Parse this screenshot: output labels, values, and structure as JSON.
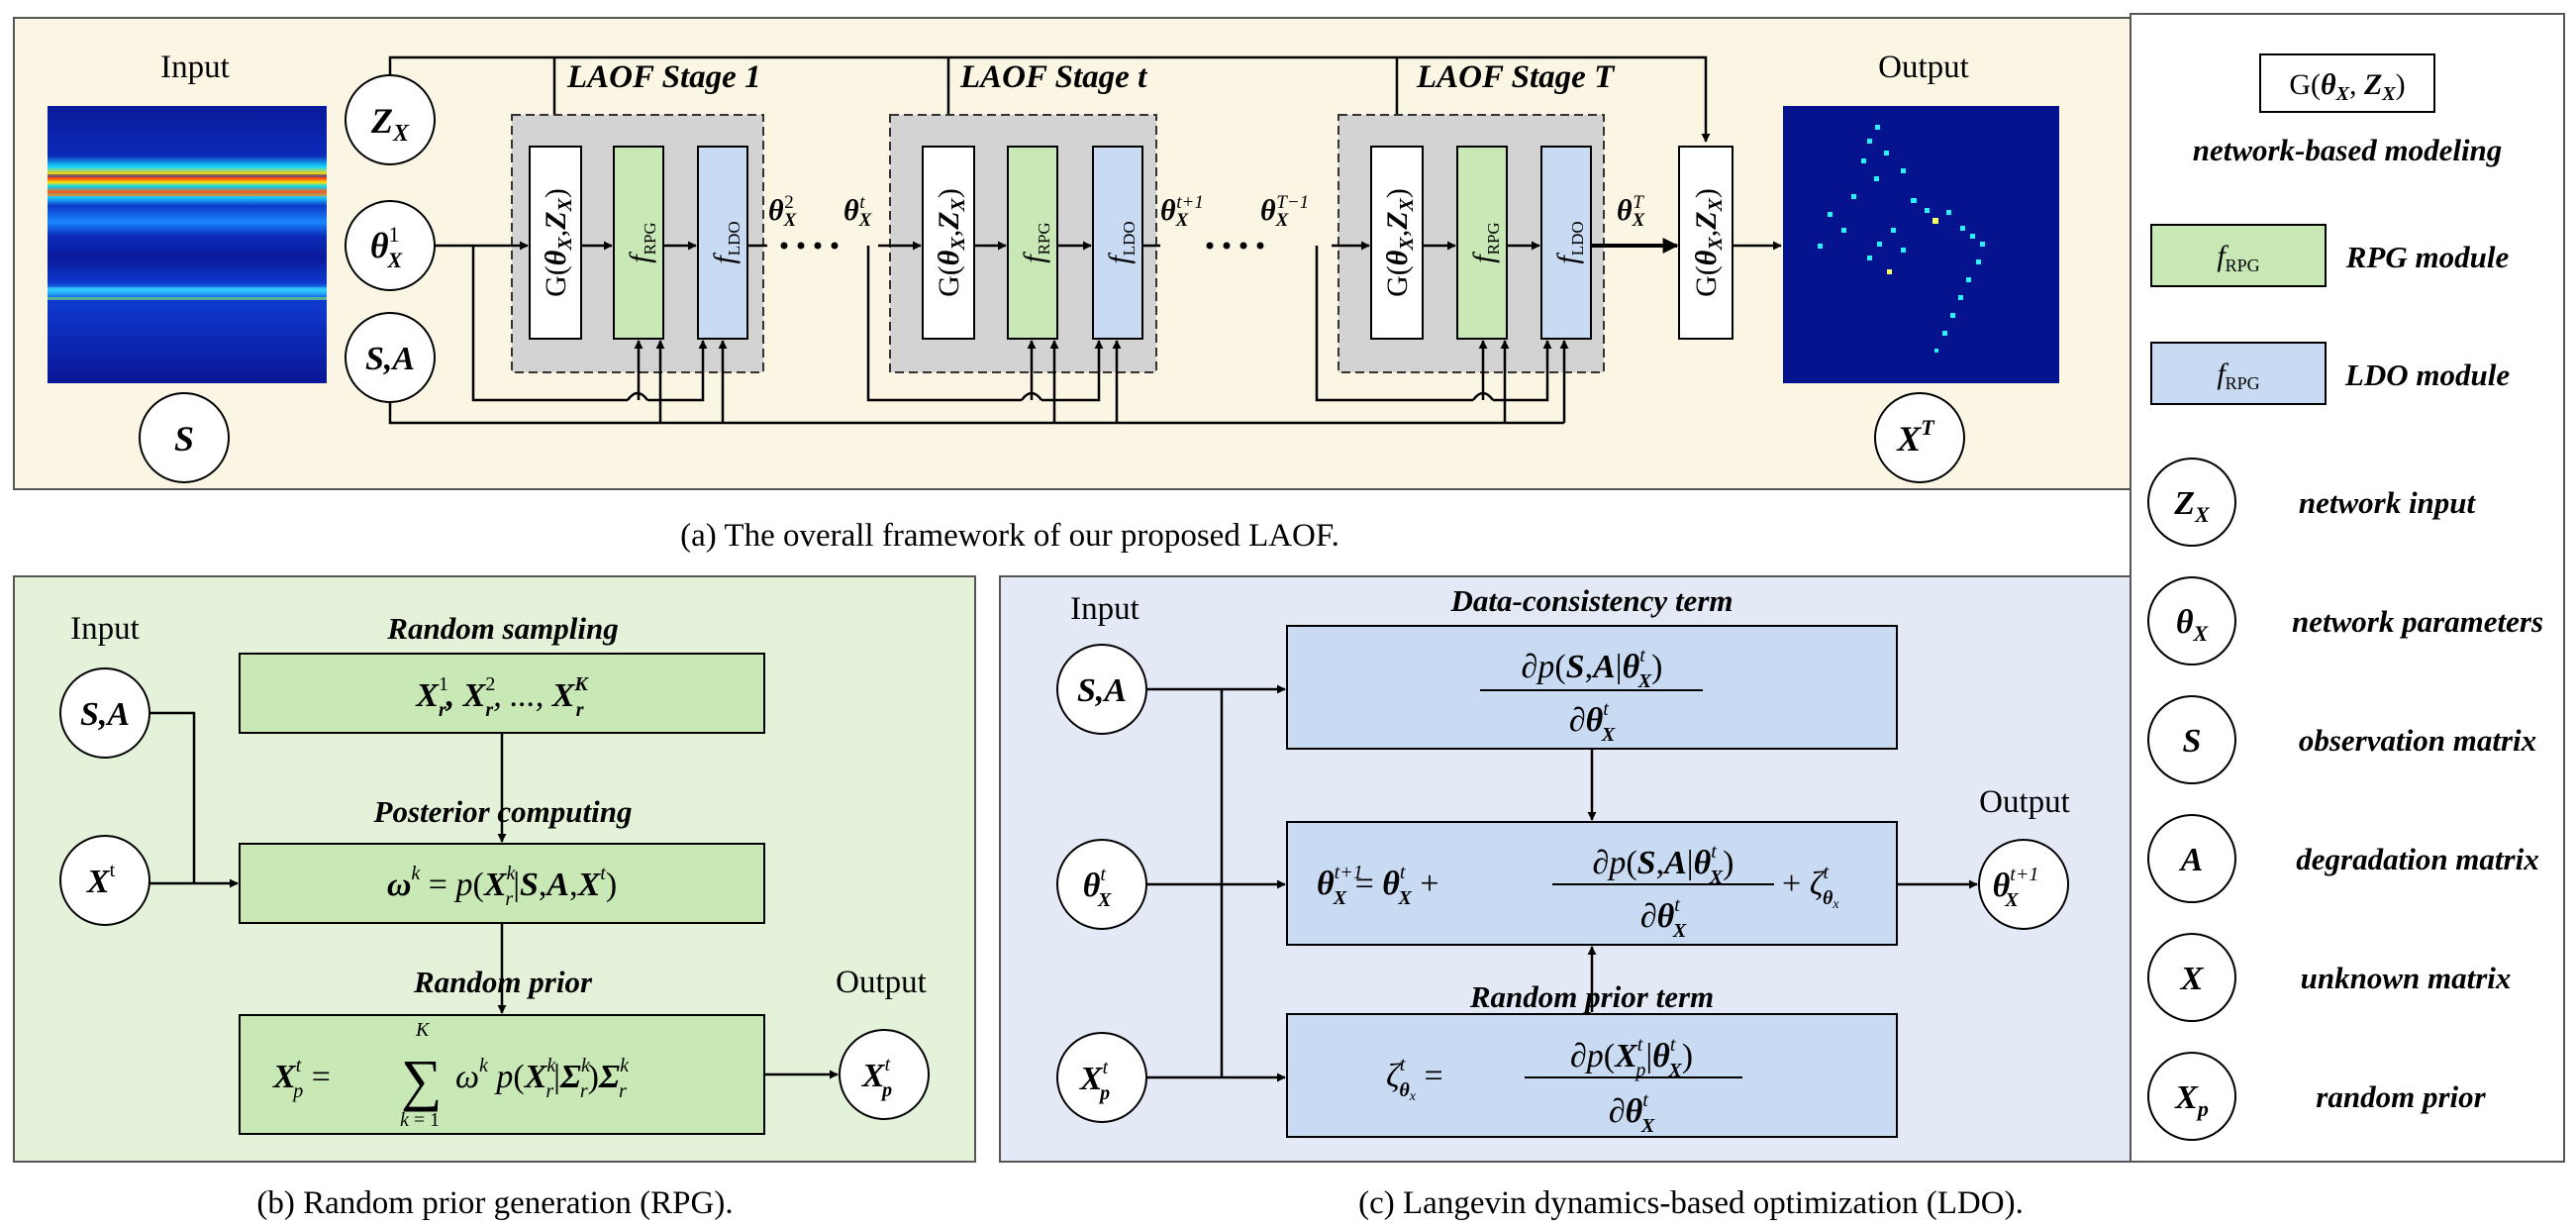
{
  "panel_a": {
    "input_label": "Input",
    "output_label": "Output",
    "stage1_title": "LAOF Stage 1",
    "staget_title": "LAOF Stage t",
    "stageT_title": "LAOF Stage T",
    "node_zx": "Z_X",
    "node_theta1": "θ_X^1",
    "node_sa": "S,A",
    "node_s": "S",
    "node_xt": "X^T",
    "g_block": "G(θ_X, Z_X)",
    "f_rpg": "f_RPG",
    "f_ldo": "f_LDO",
    "theta_x2": "θ_X^2",
    "theta_xt": "θ_X^t",
    "theta_xt1": "θ_X^{t+1}",
    "theta_xTm1": "θ_X^{T−1}",
    "theta_xT": "θ_X^T",
    "caption": "(a)  The overall framework of our proposed LAOF."
  },
  "panel_b": {
    "input_label": "Input",
    "output_label": "Output",
    "random_sampling": "Random sampling",
    "samples": "X_r^1, X_r^2, ..., X_r^K",
    "posterior_computing": "Posterior  computing",
    "posterior_formula": "ω^k = p(X_r^k | S, A, X^t)",
    "random_prior": "Random  prior",
    "prior_formula": "X_p^t = Σ_{k=1}^{K} ω^k p(X_r^k | Σ_r^k) Σ_r^k",
    "node_sa": "S,A",
    "node_xt": "X^t",
    "node_xpt": "X_p^t",
    "caption": "(b)  Random prior generation (RPG)."
  },
  "panel_c": {
    "input_label": "Input",
    "output_label": "Output",
    "data_term": "Data-consistency term",
    "data_formula": "∂p(S, A | θ_X^t) / ∂θ_X^t",
    "update_formula": "θ_X^{t+1} = θ_X^t + ∂p(S, A | θ_X^t)/∂θ_X^t + ζ_{θx}^t",
    "random_prior_term": "Random   prior term",
    "prior_formula": "ζ_{θx}^t = ∂p(X_p^t | θ_X^t) / ∂θ_X^t",
    "node_sa": "S,A",
    "node_theta": "θ_X^t",
    "node_xp": "X_p^t",
    "node_out": "θ_X^{t+1}",
    "caption": "(c)  Langevin dynamics-based optimization (LDO)."
  },
  "legend": {
    "g_box": "G(θ_X, Z_X)",
    "g_desc": "network-based modeling",
    "rpg_box": "f_RPG",
    "rpg_desc": "RPG module",
    "ldo_box": "f_RPG",
    "ldo_desc": "LDO module",
    "zx_desc": "network input",
    "theta_desc": "network parameters",
    "s_desc": "observation matrix",
    "a_desc": "degradation matrix",
    "x_desc": "unknown matrix",
    "xp_desc": "random prior"
  },
  "colors": {
    "panel_a_bg": "#fbf5e4",
    "panel_b_bg": "#e3f2d9",
    "panel_c_bg": "#e4e9f6",
    "rpg_fill": "#c8e8b5",
    "ldo_fill": "#c9dbf3",
    "stage_fill": "#d3d3d3"
  }
}
